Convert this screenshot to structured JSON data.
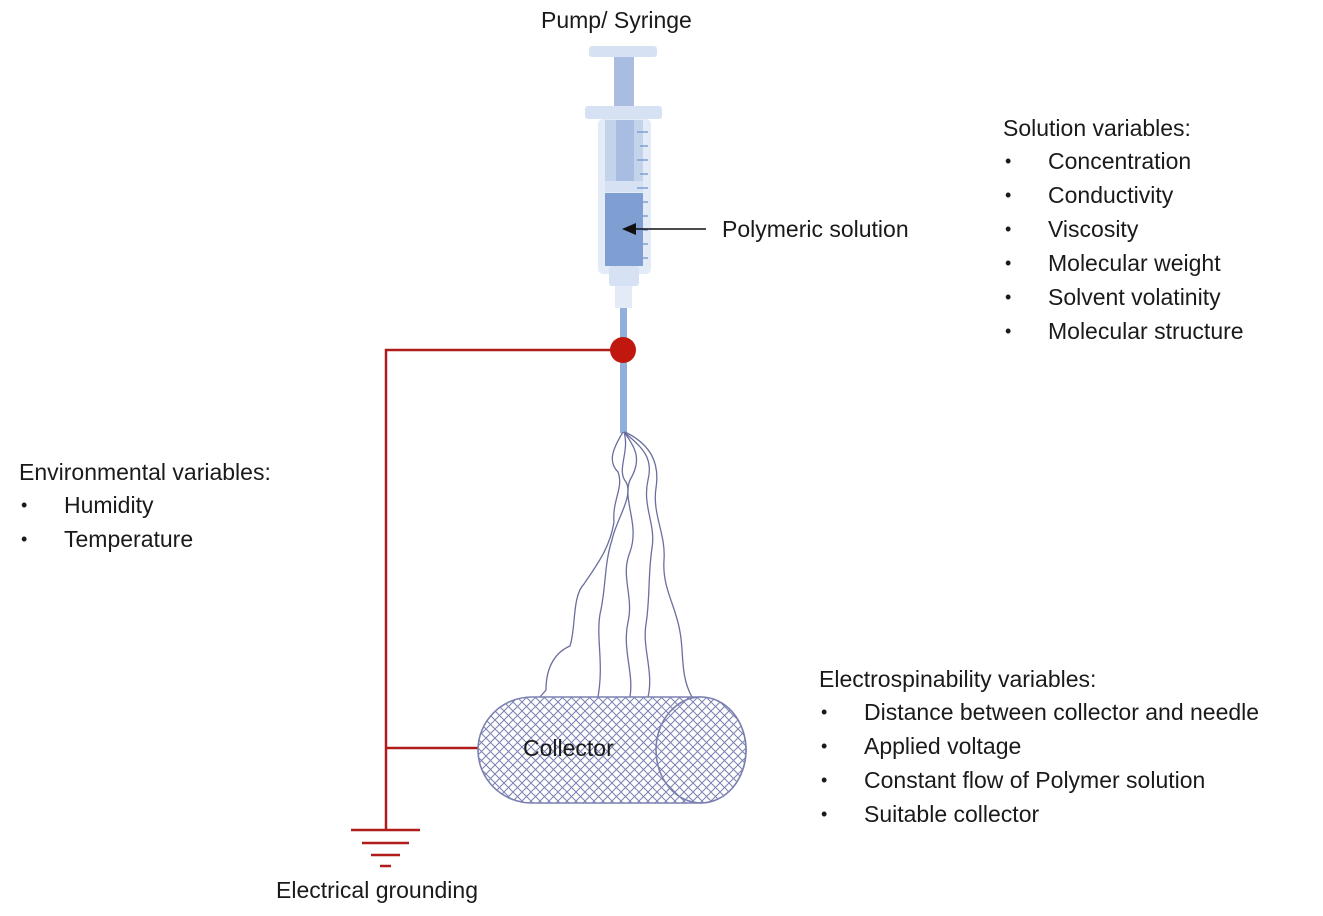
{
  "labels": {
    "pump": "Pump/ Syringe",
    "polymeric_solution": "Polymeric solution",
    "collector": "Collector",
    "grounding": "Electrical grounding"
  },
  "solution_variables": {
    "title": "Solution variables:",
    "items": [
      "Concentration",
      "Conductivity",
      "Viscosity",
      "Molecular weight",
      "Solvent volatinity",
      "Molecular structure"
    ]
  },
  "environmental_variables": {
    "title": "Environmental variables:",
    "items": [
      "Humidity",
      "Temperature"
    ]
  },
  "electrospinability_variables": {
    "title": "Electrospinability variables:",
    "items": [
      "Distance between collector and needle",
      "Applied voltage",
      "Constant flow of Polymer solution",
      "Suitable collector"
    ]
  },
  "bullet_char": "•",
  "colors": {
    "wire": "#b01c1c",
    "junction": "#c0180f",
    "syringe_light": "#d6e1f3",
    "syringe_mid": "#a9bde3",
    "solution": "#7f9fd2",
    "needle": "#8fb0dc",
    "fiber": "#6a6f9e",
    "collector_mesh": "#7a80b0"
  }
}
